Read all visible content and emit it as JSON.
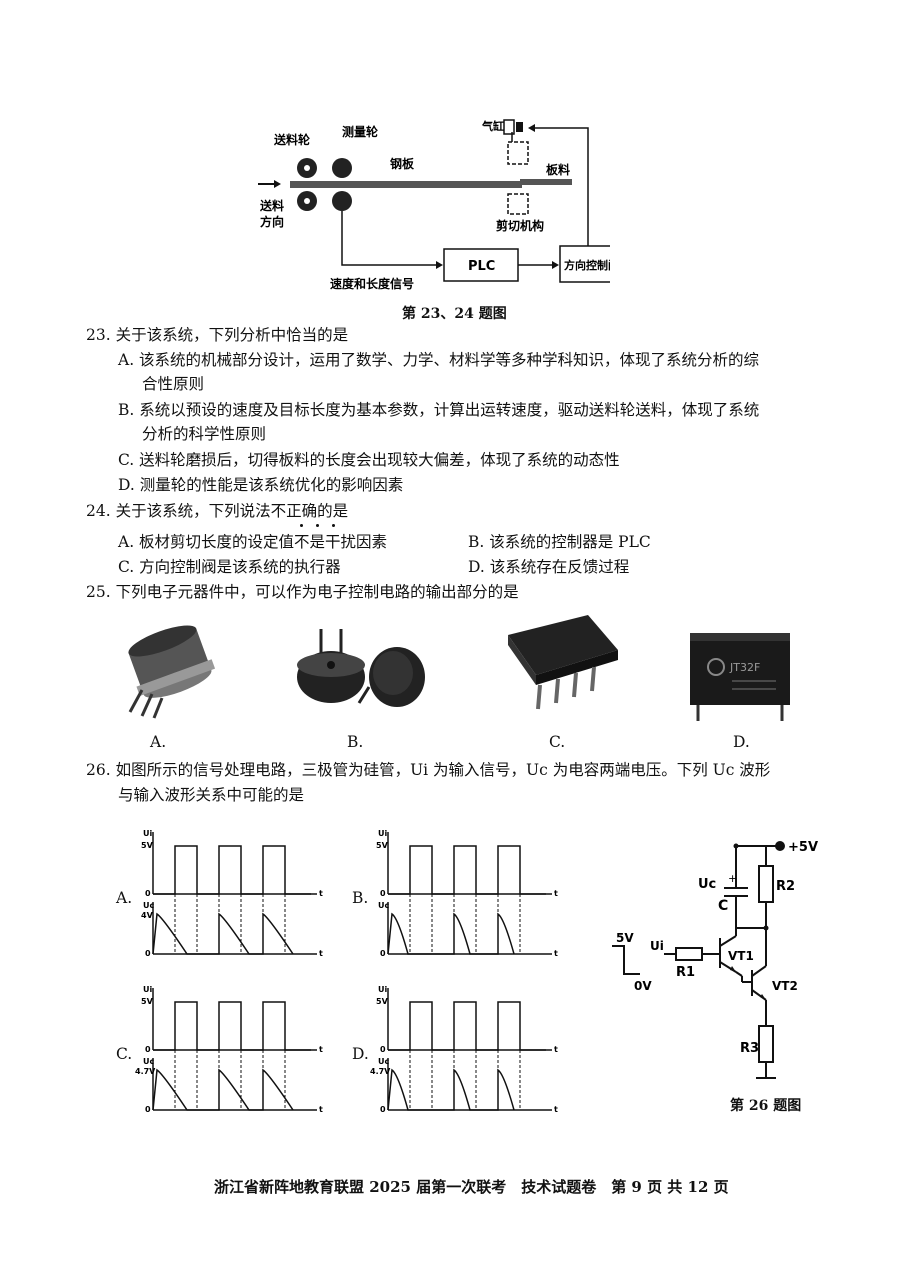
{
  "figure1": {
    "labels": {
      "feed_wheel": "送料轮",
      "measure_wheel": "测量轮",
      "steel_plate": "钢板",
      "cylinder": "气缸",
      "plate_material": "板料",
      "feed_direction_1": "送料",
      "feed_direction_2": "方向",
      "cutting_mechanism": "剪切机构",
      "speed_length_signal": "速度和长度信号",
      "plc": "PLC",
      "direction_valve": "方向控制阀"
    },
    "caption": "第 23、24 题图"
  },
  "q23": {
    "stem": "23. 关于该系统，下列分析中恰当的是",
    "A1": "A. 该系统的机械部分设计，运用了数学、力学、材料学等多种学科知识，体现了系统分析的综",
    "A2": "合性原则",
    "B1": "B. 系统以预设的速度及目标长度为基本参数，计算出运转速度，驱动送料轮送料，体现了系统",
    "B2": "分析的科学性原则",
    "C": "C. 送料轮磨损后，切得板料的长度会出现较大偏差，体现了系统的动态性",
    "D": "D. 测量轮的性能是该系统优化的影响因素"
  },
  "q24": {
    "stem_pre": "24. 关于该系统，下列说法",
    "stem_emph": "不正确",
    "stem_post": "的是",
    "A": "A. 板材剪切长度的设定值不是干扰因素",
    "B": "B. 该系统的控制器是 PLC",
    "C": "C. 方向控制阀是该系统的执行器",
    "D": "D. 该系统存在反馈过程"
  },
  "q25": {
    "stem": "25. 下列电子元器件中，可以作为电子控制电路的输出部分的是",
    "labels": [
      "A.",
      "B.",
      "C.",
      "D."
    ],
    "relay_text": "JT32F"
  },
  "q26": {
    "stem1": "26. 如图所示的信号处理电路，三极管为硅管，Ui 为输入信号，Uc 为电容两端电压。下列 Uc 波形",
    "stem2": "与输入波形关系中可能的是",
    "option_labels": [
      "A.",
      "B.",
      "C.",
      "D."
    ],
    "axis": {
      "ui": "Ui",
      "uc": "Uc",
      "t": "t",
      "zero": "0",
      "five_v": "5V"
    },
    "uc_levels": [
      "4V",
      "",
      "4.7V",
      "4.7V"
    ],
    "circuit": {
      "vcc": "+5V",
      "uc": "Uc",
      "c": "C",
      "r2": "R2",
      "ui": "Ui",
      "r1": "R1",
      "vt1": "VT1",
      "vt2": "VT2",
      "r3": "R3",
      "in_high": "5V",
      "in_low": "0V"
    },
    "caption": "第 26 题图"
  },
  "footer": "浙江省新阵地教育联盟 2025 届第一次联考　技术试题卷　第 9 页 共 12 页"
}
